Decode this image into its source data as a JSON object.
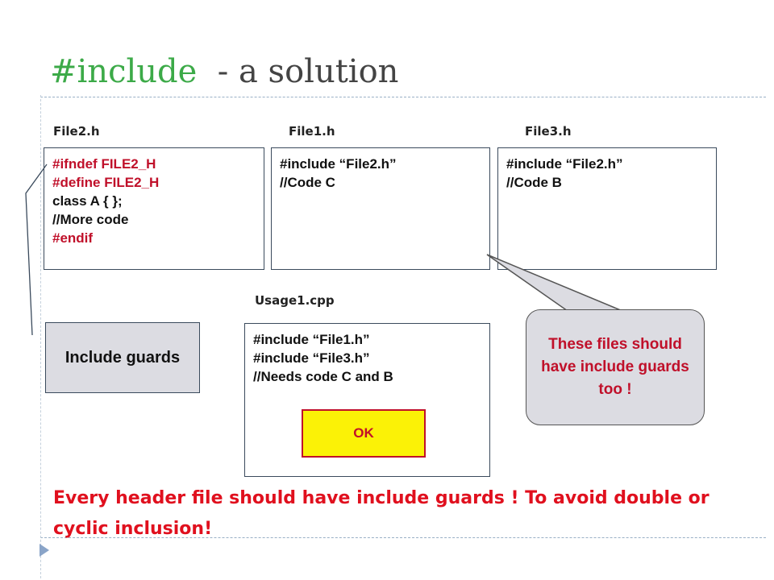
{
  "title": {
    "keyword": "#include",
    "rest": "  - a solution"
  },
  "files": {
    "file2": {
      "label": "File2.h",
      "lines": [
        {
          "text": "#ifndef FILE2_H",
          "highlight": true
        },
        {
          "text": "#define FILE2_H",
          "highlight": true
        },
        {
          "text": "class A { };",
          "highlight": false
        },
        {
          "text": "//More code",
          "highlight": false
        },
        {
          "text": "#endif",
          "highlight": true
        }
      ]
    },
    "file1": {
      "label": "File1.h",
      "lines": [
        {
          "text": "#include “File2.h”",
          "highlight": false
        },
        {
          "text": "//Code C",
          "highlight": false
        }
      ]
    },
    "file3": {
      "label": "File3.h",
      "lines": [
        {
          "text": "#include “File2.h”",
          "highlight": false
        },
        {
          "text": "//Code B",
          "highlight": false
        }
      ]
    },
    "usage1": {
      "label": "Usage1.cpp",
      "lines": [
        {
          "text": "#include “File1.h”",
          "highlight": false
        },
        {
          "text": "#include “File3.h”",
          "highlight": false
        },
        {
          "text": "//Needs code C and B",
          "highlight": false
        }
      ]
    }
  },
  "include_guards_label": "Include guards",
  "ok_label": "OK",
  "callout_text": "These files should have include guards too !",
  "footer_text": "Every header file should have include guards !  To avoid double or cyclic inclusion!",
  "colors": {
    "title_keyword": "#3caa48",
    "title_text": "#444444",
    "guard_red": "#c0102a",
    "footer_red": "#e0101e",
    "ok_fill": "#fbf206",
    "callout_fill": "#dcdce2",
    "bullet_blue": "#8aa4c8"
  },
  "icons": {
    "bullet": "triangle-bullet-icon"
  }
}
